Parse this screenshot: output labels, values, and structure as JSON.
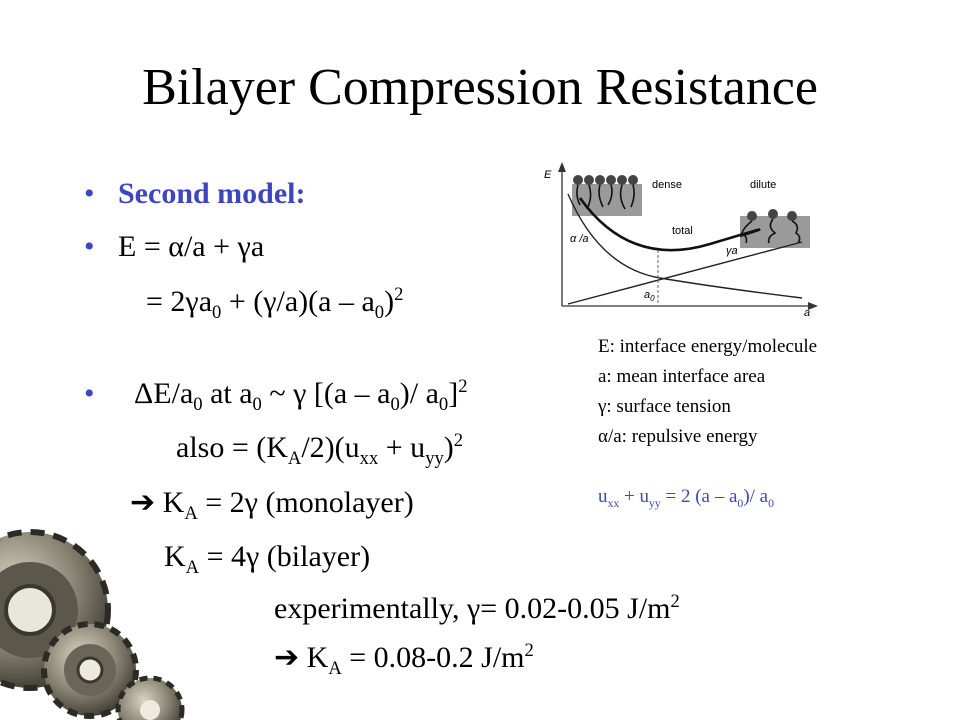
{
  "title": "Bilayer Compression Resistance",
  "bullets": {
    "b1": "Second model:",
    "b2_lhs": "E = ",
    "b2_alpha": "α",
    "b2_mid": "/a + ",
    "b2_gamma": "γ",
    "b2_end": "a",
    "l3_pre": "= 2",
    "l3_gamma": "γ",
    "l3_a": "a",
    "l3_0a": "0",
    "l3_mid": " + (",
    "l3_gamma2": "γ",
    "l3_mid2": "/a)(a – a",
    "l3_0b": "0",
    "l3_close": ")",
    "l3_sup": "2",
    "b4_pre": "ΔE/a",
    "b4_0": "0",
    "b4_mid": " at a",
    "b4_0b": "0",
    "b4_tilde": " ~ ",
    "b4_gamma": "γ",
    "b4_br": " [(a – a",
    "b4_0c": "0",
    "b4_div": ")/ a",
    "b4_0d": "0",
    "b4_end": "]",
    "b4_sup": "2",
    "l5_pre": "also = (K",
    "l5_A": "A",
    "l5_mid": "/2)(u",
    "l5_xx": "xx",
    "l5_plus": " + u",
    "l5_yy": "yy",
    "l5_close": ")",
    "l5_sup": "2",
    "l6_arrow": "➔",
    "l6_K": " K",
    "l6_A": "A",
    "l6_eq": " = 2",
    "l6_gamma": "γ",
    "l6_end": " (monolayer)",
    "l7_K": "K",
    "l7_A": "A",
    "l7_eq": " = 4",
    "l7_gamma": "γ",
    "l7_end": " (bilayer)",
    "l8_pre": "experimentally, ",
    "l8_gamma": "γ",
    "l8_mid": "= 0.02-0.05 J/m",
    "l8_sup": "2",
    "l9_arrow": "➔",
    "l9_K": " K",
    "l9_A": "A",
    "l9_mid": " = 0.08-0.2 J/m",
    "l9_sup": "2"
  },
  "notes": {
    "n1": "E: interface energy/molecule",
    "n2": "a: mean interface area",
    "n3_sym": "γ",
    "n3": ": surface tension",
    "n4_sym": "α",
    "n4": "/a: repulsive energy",
    "n5_u1": "u",
    "n5_xx": "xx",
    "n5_plus": " + u",
    "n5_yy": "yy",
    "n5_mid": " = 2 (a – a",
    "n5_0": "0",
    "n5_div": ")/ a",
    "n5_0b": "0"
  },
  "figure": {
    "y_label": "E",
    "x_label": "a",
    "dense": "dense",
    "dilute": "dilute",
    "total": "total",
    "alpha_a": "α /a",
    "gamma_a": "γa",
    "a0": "a",
    "a0_sub": "0"
  },
  "colors": {
    "accent_blue": "#3b45c8"
  }
}
